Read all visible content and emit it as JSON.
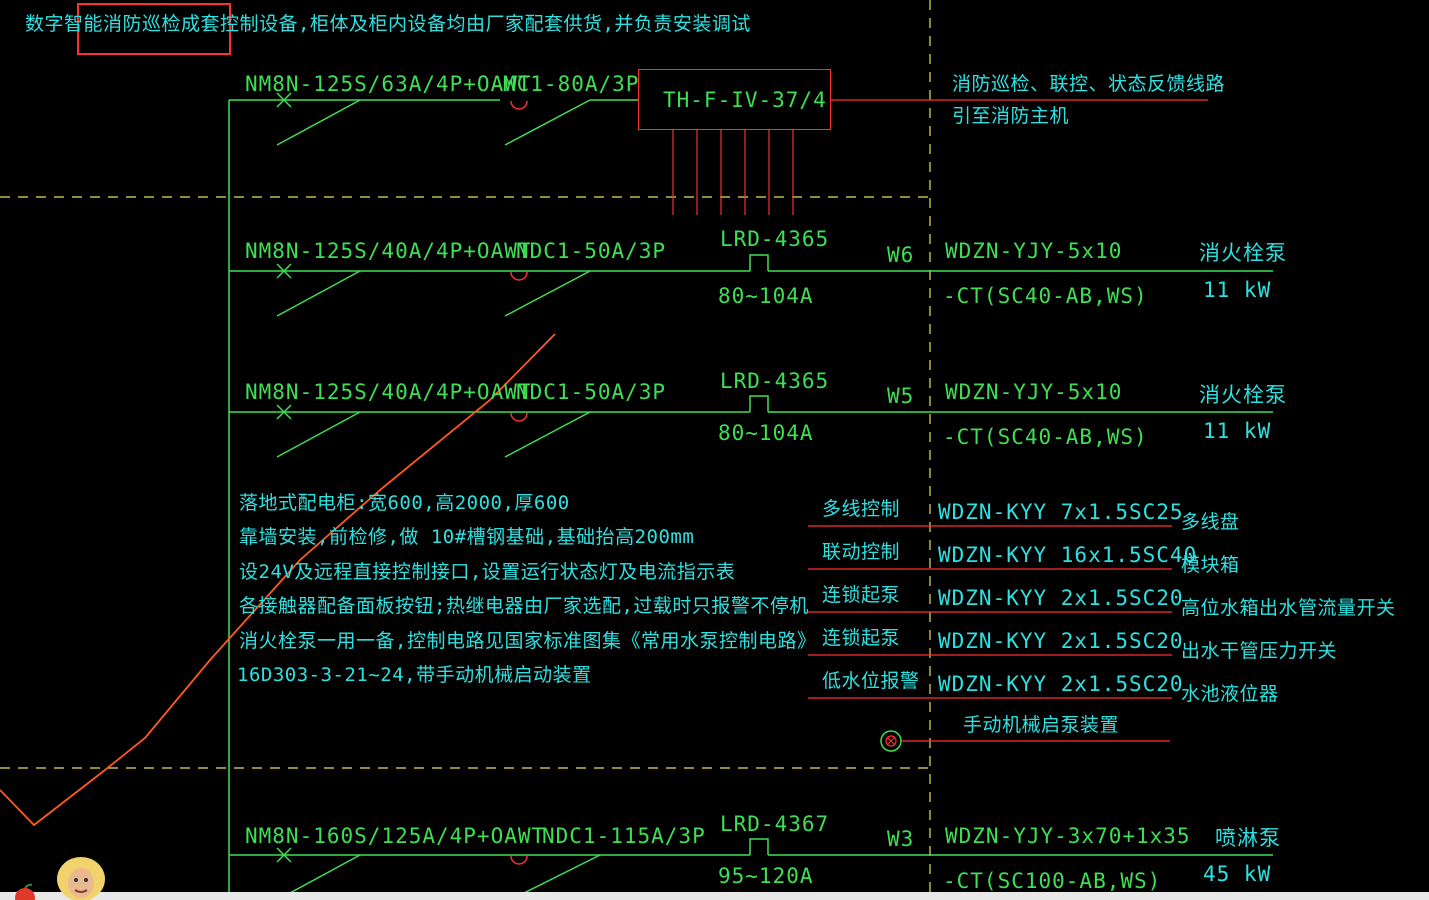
{
  "header": {
    "note_prefix": "数字智能",
    "note_highlight": "消防巡检成套控制设备,",
    "note_suffix": "柜体及柜内设备均由厂家配套供货,并负责安装调试"
  },
  "circuit_inspection": {
    "breaker": "NM8N-125S/63A/4P+OAWT",
    "switch": "MC1-80A/3P",
    "controller": "TH-F-IV-37/4",
    "note_line1": "消防巡检、联控、状态反馈线路",
    "note_line2": "引至消防主机"
  },
  "circuit_w6": {
    "breaker": "NM8N-125S/40A/4P+OAWT",
    "contactor": "NDC1-50A/3P",
    "relay": "LRD-4365",
    "relay_range": "80~104A",
    "feeder_id": "W6",
    "cable": "WDZN-YJY-5x10",
    "conduit": "-CT(SC40-AB,WS)",
    "load_name": "消火栓泵",
    "load_power": "11  kW"
  },
  "circuit_w5": {
    "breaker": "NM8N-125S/40A/4P+OAWT",
    "contactor": "NDC1-50A/3P",
    "relay": "LRD-4365",
    "relay_range": "80~104A",
    "feeder_id": "W5",
    "cable": "WDZN-YJY-5x10",
    "conduit": "-CT(SC40-AB,WS)",
    "load_name": "消火栓泵",
    "load_power": "11  kW"
  },
  "notes": [
    "落地式配电柜:宽600,高2000,厚600",
    "靠墙安装,前检修,做 10#槽钢基础,基础抬高200mm",
    "设24V及远程直接控制接口,设置运行状态灯及电流指示表",
    "各接触器配备面板按钮;热继电器由厂家选配,过载时只报警不停机",
    "消火栓泵一用一备,控制电路见国家标准图集《常用水泵控制电路》",
    "16D303-3-21~24,带手动机械启动装置"
  ],
  "control_lines": [
    {
      "label": "多线控制",
      "cable": "WDZN-KYY 7x1.5SC25",
      "target": "多线盘"
    },
    {
      "label": "联动控制",
      "cable": "WDZN-KYY 16x1.5SC40",
      "target": "模块箱"
    },
    {
      "label": "连锁起泵",
      "cable": "WDZN-KYY 2x1.5SC20",
      "target": "高位水箱出水管流量开关"
    },
    {
      "label": "连锁起泵",
      "cable": "WDZN-KYY 2x1.5SC20",
      "target": "出水干管压力开关"
    },
    {
      "label": "低水位报警",
      "cable": "WDZN-KYY 2x1.5SC20",
      "target": "水池液位器"
    }
  ],
  "manual_start": "手动机械启泵装置",
  "circuit_w3": {
    "breaker": "NM8N-160S/125A/4P+OAWT",
    "contactor": "NDC1-115A/3P",
    "relay": "LRD-4367",
    "relay_range": "95~120A",
    "feeder_id": "W3",
    "cable": "WDZN-YJY-3x70+1x35",
    "conduit": "-CT(SC100-AB,WS)",
    "load_name": "喷淋泵",
    "load_power": "45  kW"
  },
  "colors": {
    "background": "#000000",
    "wire": "#3fdf55",
    "annotation": "#2fe0e0",
    "highlight": "#ff3030",
    "markup_stroke": "#ff5a1e",
    "dash_line": "#e8e060"
  }
}
